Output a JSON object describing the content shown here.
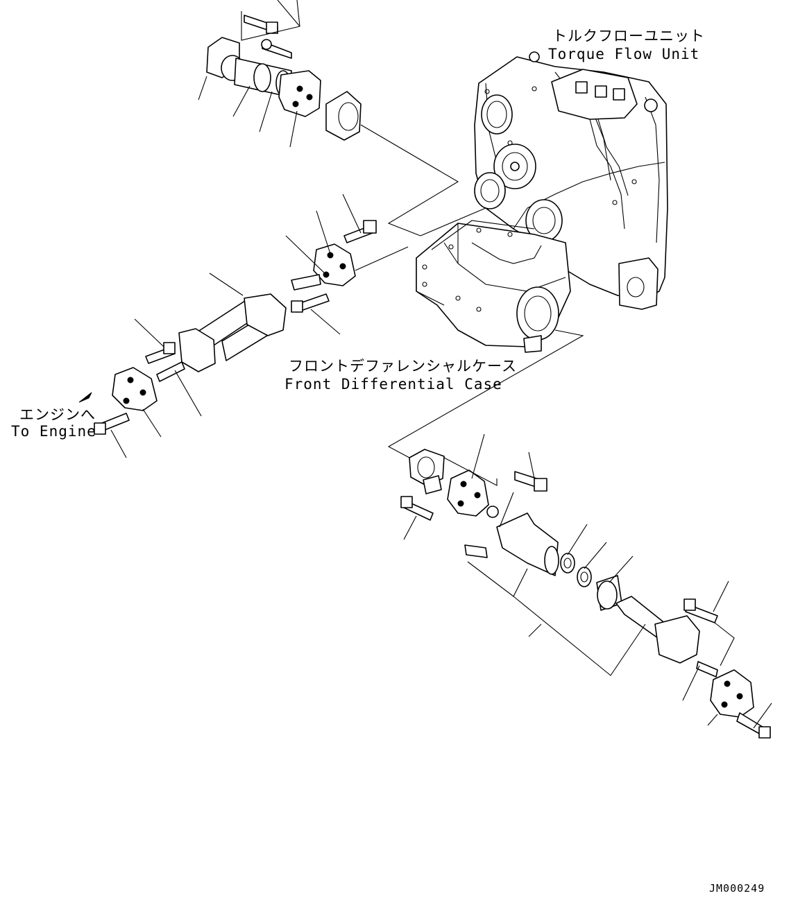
{
  "labels": {
    "torque_flow_unit_jp": "トルクフローユニット",
    "torque_flow_unit_en": "Torque Flow Unit",
    "front_diff_case_jp": "フロントデファレンシャルケース",
    "front_diff_case_en": "Front Differential Case",
    "to_engine_jp": "エンジンへ",
    "to_engine_en": "To Engine"
  },
  "drawing_id": "JM000249"
}
